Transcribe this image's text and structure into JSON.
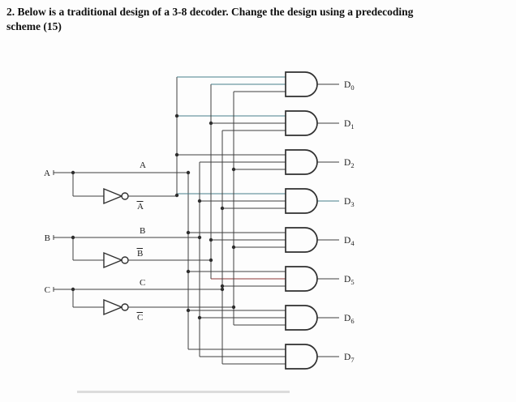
{
  "title": {
    "line1": "2. Below is a traditional design of a 3-8 decoder. Change the design using a predecoding",
    "line2": "scheme (15)"
  },
  "inputs": {
    "a": "A",
    "b": "B",
    "c": "C"
  },
  "rails": {
    "a": "A",
    "a_bar": "A",
    "b": "B",
    "b_bar": "B",
    "c": "C",
    "c_bar": "C"
  },
  "outputs": [
    {
      "letter": "D",
      "sub": "0"
    },
    {
      "letter": "D",
      "sub": "1"
    },
    {
      "letter": "D",
      "sub": "2"
    },
    {
      "letter": "D",
      "sub": "3"
    },
    {
      "letter": "D",
      "sub": "4"
    },
    {
      "letter": "D",
      "sub": "5"
    },
    {
      "letter": "D",
      "sub": "6"
    },
    {
      "letter": "D",
      "sub": "7"
    }
  ],
  "colors": {
    "wire": "#3f3f3f",
    "wire_teal": "#47808a",
    "wire_red": "#8a3535",
    "ink": "#101010",
    "background": "#fdfdfd"
  }
}
